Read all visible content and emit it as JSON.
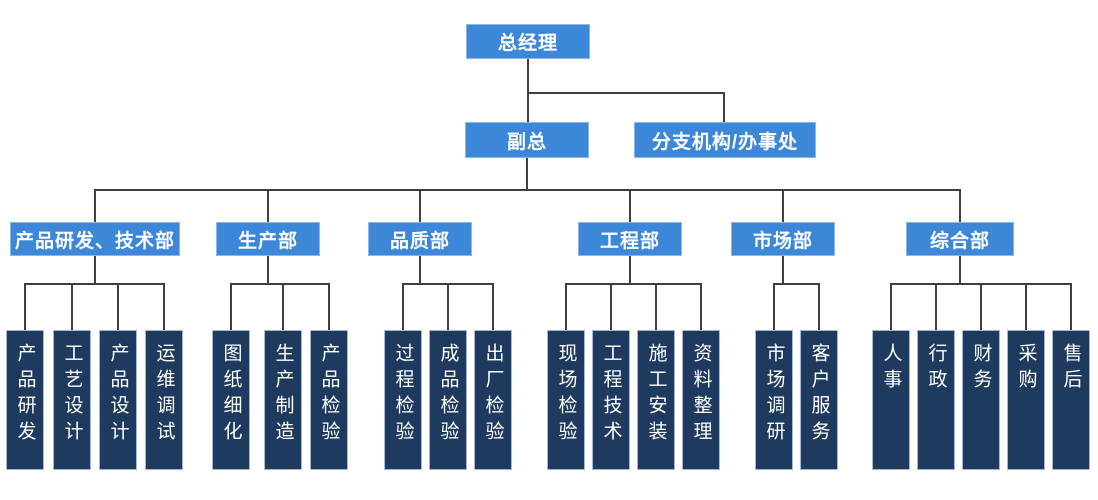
{
  "org_chart": {
    "root": {
      "label": "总经理"
    },
    "deputy": {
      "label": "副总"
    },
    "branch": {
      "label": "分支机构/办事处"
    },
    "departments": [
      {
        "label": "产品研发、技术部",
        "children": [
          "产品研发",
          "工艺设计",
          "产品设计",
          "运维调试"
        ]
      },
      {
        "label": "生产部",
        "children": [
          "图纸细化",
          "生产制造",
          "产品检验"
        ]
      },
      {
        "label": "品质部",
        "children": [
          "过程检验",
          "成品检验",
          "出厂检验"
        ]
      },
      {
        "label": "工程部",
        "children": [
          "现场检验",
          "工程技术",
          "施工安装",
          "资料整理"
        ]
      },
      {
        "label": "市场部",
        "children": [
          "市场调研",
          "客户服务"
        ]
      },
      {
        "label": "综合部",
        "children": [
          "人事",
          "行政",
          "财务",
          "采购",
          "售后"
        ]
      }
    ],
    "colors": {
      "level_box": "#3d87d8",
      "leaf_box": "#1e3a5e",
      "connector": "#3f3f3f",
      "text": "#ffffff",
      "background": "#ffffff"
    }
  }
}
